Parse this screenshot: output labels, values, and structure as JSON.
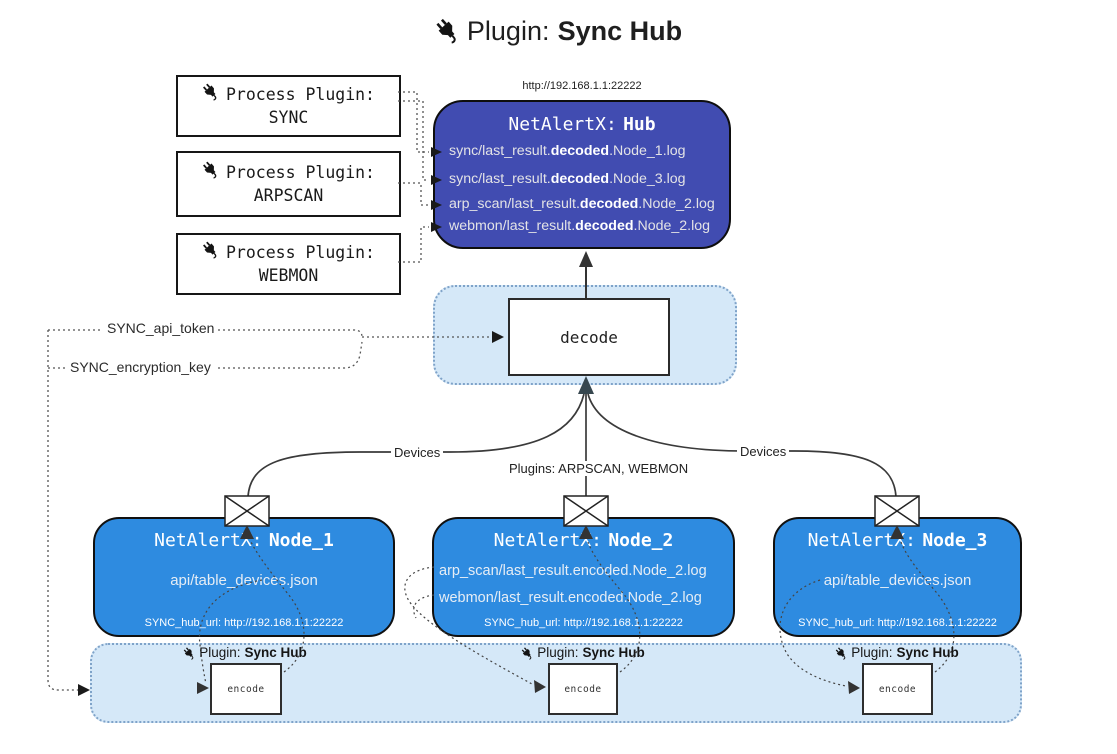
{
  "colors": {
    "hub_bg": "#414CB1",
    "node_bg": "#2E8BE0",
    "section_bg": "#D5E8F8",
    "line": "#333333"
  },
  "title": {
    "prefix": "Plugin:",
    "name": "Sync Hub"
  },
  "process_plugins": [
    {
      "label": "Process Plugin:",
      "name": "SYNC"
    },
    {
      "label": "Process Plugin:",
      "name": "ARPSCAN"
    },
    {
      "label": "Process Plugin:",
      "name": "WEBMON"
    }
  ],
  "hub": {
    "url": "http://192.168.1.1:22222",
    "title_prefix": "NetAlertX:",
    "title_name": "Hub",
    "lines": [
      {
        "pre": "sync/last_result.",
        "bold": "decoded",
        "post": ".Node_1.log"
      },
      {
        "pre": "sync/last_result.",
        "bold": "decoded",
        "post": ".Node_3.log"
      },
      {
        "pre": "arp_scan/last_result.",
        "bold": "decoded",
        "post": ".Node_2.log"
      },
      {
        "pre": "webmon/last_result.",
        "bold": "decoded",
        "post": ".Node_2.log"
      }
    ]
  },
  "decode": {
    "label": "decode"
  },
  "config_labels": {
    "api_token": "SYNC_api_token",
    "encryption_key": "SYNC_encryption_key"
  },
  "edge_labels": {
    "devices_left": "Devices",
    "plugins": "Plugins: ARPSCAN, WEBMON",
    "devices_right": "Devices"
  },
  "nodes": [
    {
      "title_prefix": "NetAlertX:",
      "title_name": "Node_1",
      "files": [
        "api/table_devices.json"
      ],
      "hub_url": "SYNC_hub_url: http://192.168.1.1:22222"
    },
    {
      "title_prefix": "NetAlertX:",
      "title_name": "Node_2",
      "files": [
        "arp_scan/last_result.encoded.Node_2.log",
        "webmon/last_result.encoded.Node_2.log"
      ],
      "hub_url": "SYNC_hub_url: http://192.168.1.1:22222"
    },
    {
      "title_prefix": "NetAlertX:",
      "title_name": "Node_3",
      "files": [
        "api/table_devices.json"
      ],
      "hub_url": "SYNC_hub_url: http://192.168.1.1:22222"
    }
  ],
  "encode_section": {
    "plugin_prefix": "Plugin:",
    "plugin_name": "Sync Hub",
    "encode_label": "encode"
  }
}
